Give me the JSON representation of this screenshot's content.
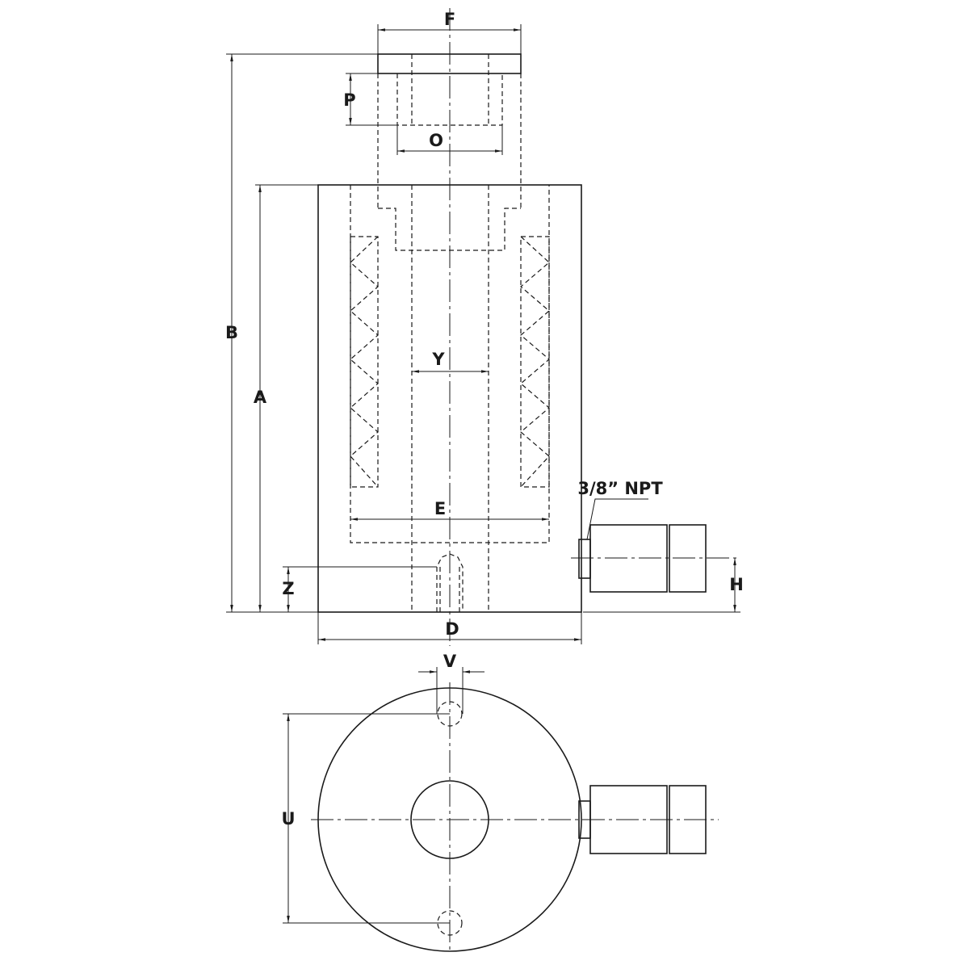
{
  "title": "Hydraulic cylinder dimension drawing",
  "labels": {
    "F": "F",
    "P": "P",
    "O": "O",
    "B": "B",
    "A": "A",
    "Y": "Y",
    "E": "E",
    "Z": "Z",
    "D": "D",
    "H": "H",
    "V": "V",
    "U": "U",
    "port": "3/8” NPT"
  }
}
